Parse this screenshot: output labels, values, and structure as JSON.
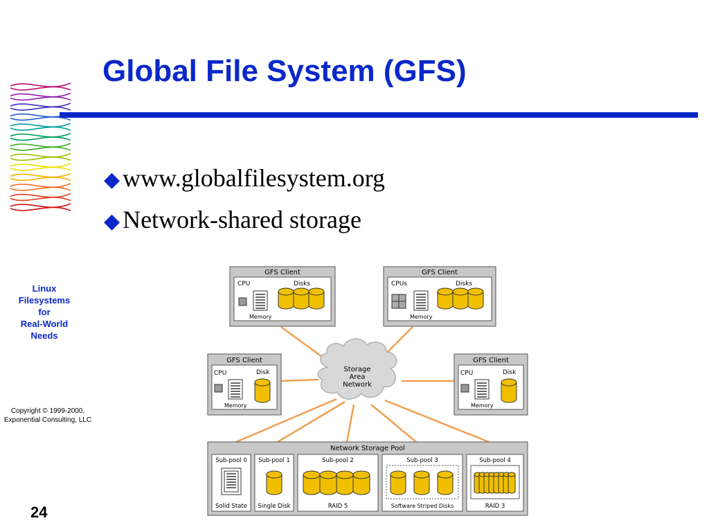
{
  "slide": {
    "title": "Global File System (GFS)",
    "bullets": [
      "www.globalfilesystem.org",
      "Network-shared storage"
    ],
    "sidebar_lines": [
      "Linux",
      "Filesystems",
      "for",
      "Real-World",
      "Needs"
    ],
    "copyright_lines": [
      "Copyright © 1999-2000,",
      "Exponential Consulting, LLC"
    ],
    "page_number": "24",
    "bullet_symbol": "◆"
  },
  "diagram": {
    "client_title": "GFS Client",
    "clients": [
      {
        "cpu_label": "CPU",
        "disks_label": "Disks",
        "memory_label": "Memory"
      },
      {
        "cpu_label": "CPUs",
        "disks_label": "Disks",
        "memory_label": "Memory"
      },
      {
        "cpu_label": "CPU",
        "disks_label": "Disk",
        "memory_label": "Memory"
      },
      {
        "cpu_label": "CPU",
        "disks_label": "Disk",
        "memory_label": "Memory"
      }
    ],
    "cloud_lines": [
      "Storage",
      "Area",
      "Network"
    ],
    "pool_title": "Network Storage Pool",
    "subpools": [
      {
        "title": "Sub-pool 0",
        "caption": "Solid State"
      },
      {
        "title": "Sub-pool 1",
        "caption": "Single Disk"
      },
      {
        "title": "Sub-pool 2",
        "caption": "RAID 5"
      },
      {
        "title": "Sub-pool 3",
        "caption": "Software Striped Disks"
      },
      {
        "title": "Sub-pool 4",
        "caption": "RAID 3"
      }
    ]
  },
  "colors": {
    "title_blue": "#0a28c8",
    "link_orange": "#f0a050",
    "disk_gold": "#f0c000",
    "box_gray": "#c8c8c8",
    "cloud_gray": "#d8d8d8"
  },
  "icons": [
    "diamond-bullet-icon",
    "weave-logo-icon",
    "cpu-chip-icon",
    "memory-icon",
    "disk-icon",
    "cloud-icon"
  ]
}
